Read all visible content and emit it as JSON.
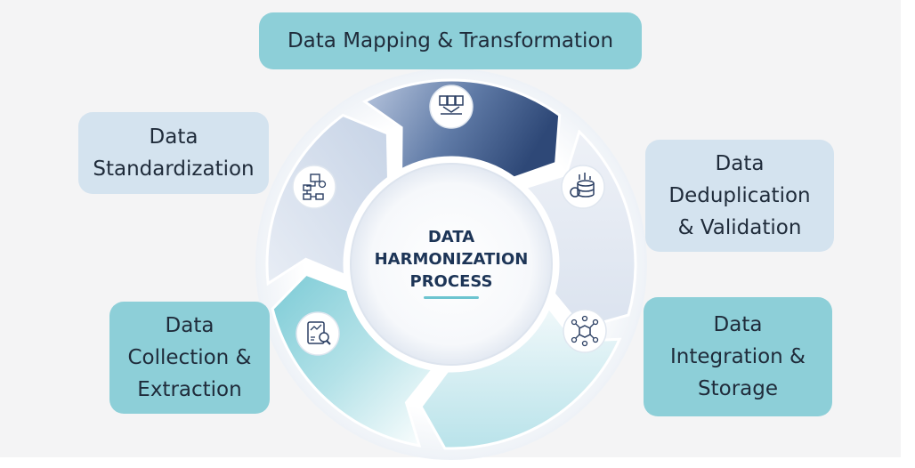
{
  "center": {
    "line1": "DATA",
    "line2": "HARMONIZATION",
    "line3": "PROCESS"
  },
  "steps": [
    {
      "id": "mapping",
      "lines": [
        "Data Mapping & Transformation"
      ],
      "icon": "transformation-icon"
    },
    {
      "id": "deduplication",
      "lines": [
        "Data",
        "Deduplication",
        "& Validation"
      ],
      "icon": "database-gear-icon"
    },
    {
      "id": "integration",
      "lines": [
        "Data",
        "Integration &",
        "Storage"
      ],
      "icon": "network-cube-icon"
    },
    {
      "id": "collection",
      "lines": [
        "Data",
        "Collection &",
        "Extraction"
      ],
      "icon": "report-search-icon"
    },
    {
      "id": "standardization",
      "lines": [
        "Data",
        "Standardization"
      ],
      "icon": "database-flow-icon"
    }
  ],
  "colors": {
    "background": "#f4f4f5",
    "teal_box": "#8dcfd8",
    "pale_box": "#d4e3ef",
    "navy_segment": "#2f4a78",
    "title_text": "#1d3557",
    "accent_rule": "#6cc4d0"
  }
}
